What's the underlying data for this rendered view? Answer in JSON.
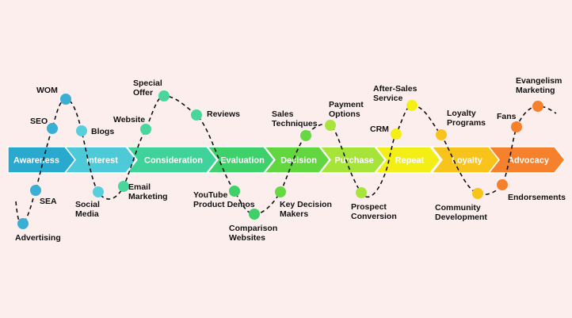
{
  "stages": [
    {
      "label": "Awareness",
      "color": "#2aa9cf"
    },
    {
      "label": "Interest",
      "color": "#4ec9d8"
    },
    {
      "label": "Consideration",
      "color": "#3fd39b"
    },
    {
      "label": "Evaluation",
      "color": "#3dd06b"
    },
    {
      "label": "Decision",
      "color": "#62d63f"
    },
    {
      "label": "Purchase",
      "color": "#a6e43a"
    },
    {
      "label": "Repeat",
      "color": "#f2ee16"
    },
    {
      "label": "Loyalty",
      "color": "#f8c41b"
    },
    {
      "label": "Advocacy",
      "color": "#f6812c"
    }
  ],
  "touchpoints": [
    {
      "lines": [
        "Advertising"
      ],
      "color": "#3aaed3"
    },
    {
      "lines": [
        "SEA"
      ],
      "color": "#3aaed3"
    },
    {
      "lines": [
        "SEO"
      ],
      "color": "#3aaed3"
    },
    {
      "lines": [
        "WOM"
      ],
      "color": "#3aaed3"
    },
    {
      "lines": [
        "Blogs"
      ],
      "color": "#58cfdc"
    },
    {
      "lines": [
        "Social",
        "Media"
      ],
      "color": "#58cfdc"
    },
    {
      "lines": [
        "Email",
        "Marketing"
      ],
      "color": "#49d69c"
    },
    {
      "lines": [
        "Website"
      ],
      "color": "#49d69c"
    },
    {
      "lines": [
        "Special",
        "Offer"
      ],
      "color": "#49d69c"
    },
    {
      "lines": [
        "Reviews"
      ],
      "color": "#49d69c"
    },
    {
      "lines": [
        "YouTube",
        "Product Demos"
      ],
      "color": "#3fd06a"
    },
    {
      "lines": [
        "Comparison",
        "Websites"
      ],
      "color": "#3fd06a"
    },
    {
      "lines": [
        "Key Decision",
        "Makers"
      ],
      "color": "#66d844"
    },
    {
      "lines": [
        "Sales",
        "Techniques"
      ],
      "color": "#66d844"
    },
    {
      "lines": [
        "Payment",
        "Options"
      ],
      "color": "#a8e53c"
    },
    {
      "lines": [
        "Prospect",
        "Conversion"
      ],
      "color": "#a8e53c"
    },
    {
      "lines": [
        "CRM"
      ],
      "color": "#f3ef17"
    },
    {
      "lines": [
        "After-Sales",
        "Service"
      ],
      "color": "#f3ef17"
    },
    {
      "lines": [
        "Loyalty",
        "Programs"
      ],
      "color": "#f8c41b"
    },
    {
      "lines": [
        "Community",
        "Development"
      ],
      "color": "#f8c41b"
    },
    {
      "lines": [
        "Endorsements"
      ],
      "color": "#f6812c"
    },
    {
      "lines": [
        "Fans"
      ],
      "color": "#f6812c"
    },
    {
      "lines": [
        "Evangelism",
        "Marketing"
      ],
      "color": "#f6812c"
    }
  ]
}
